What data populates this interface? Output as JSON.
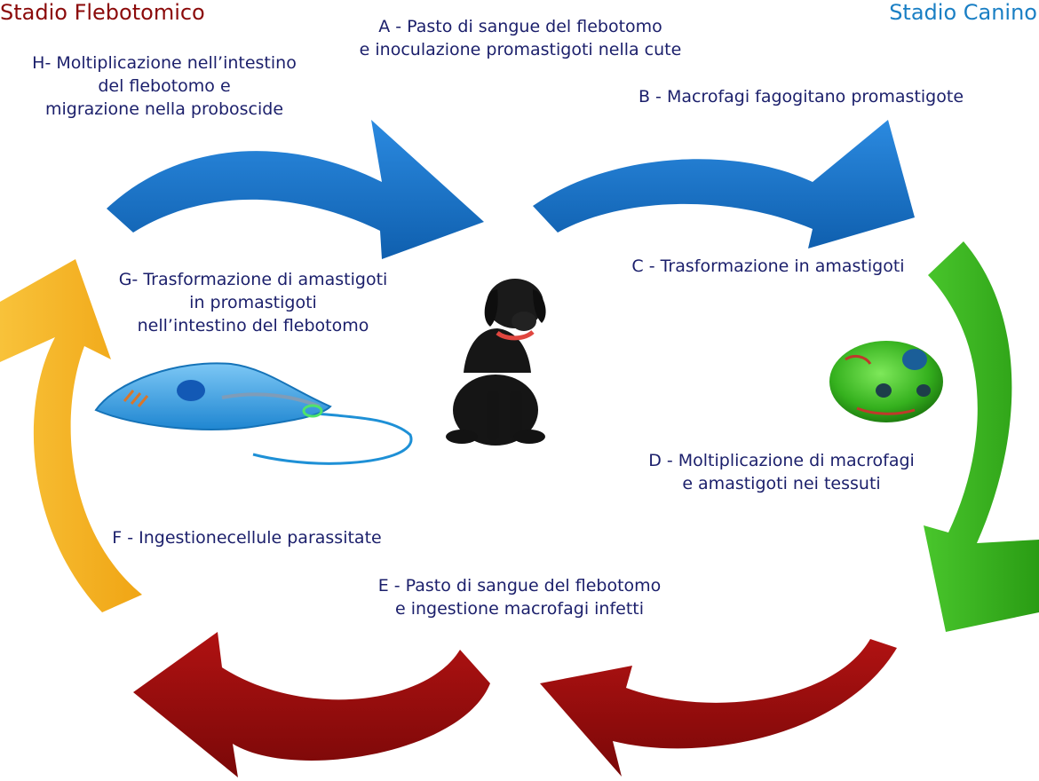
{
  "titles": {
    "left": "Stadio Flebotomico",
    "right": "Stadio Canino",
    "left_color": "#8b0a0a",
    "right_color": "#1a7fc4"
  },
  "steps": {
    "a": [
      "A - Pasto di sangue del flebotomo",
      "e inoculazione  promastigoti nella cute"
    ],
    "b": [
      "B - Macrofagi fagogitano promastigote"
    ],
    "c": [
      "C - Trasformazione in amastigoti"
    ],
    "d": [
      "D - Moltiplicazione di macrofagi",
      "e amastigoti nei tessuti"
    ],
    "e": [
      "E - Pasto di sangue del flebotomo",
      "e ingestione macrofagi infetti"
    ],
    "f": [
      "F - Ingestionecellule parassitate"
    ],
    "g": [
      "G- Trasformazione di amastigoti",
      "in promastigoti",
      "nell’intestino del flebotomo"
    ],
    "h": [
      "H- Moltiplicazione nell’intestino",
      "del flebotomo e",
      "migrazione nella proboscide"
    ]
  },
  "colors": {
    "blue": "#1a72c8",
    "green": "#35b11e",
    "red": "#9a0d0d",
    "yellow": "#f5b21c",
    "text": "#1b1f6b"
  },
  "icons": [
    "promastigote-icon",
    "dog-icon",
    "macrophage-cell-icon"
  ]
}
